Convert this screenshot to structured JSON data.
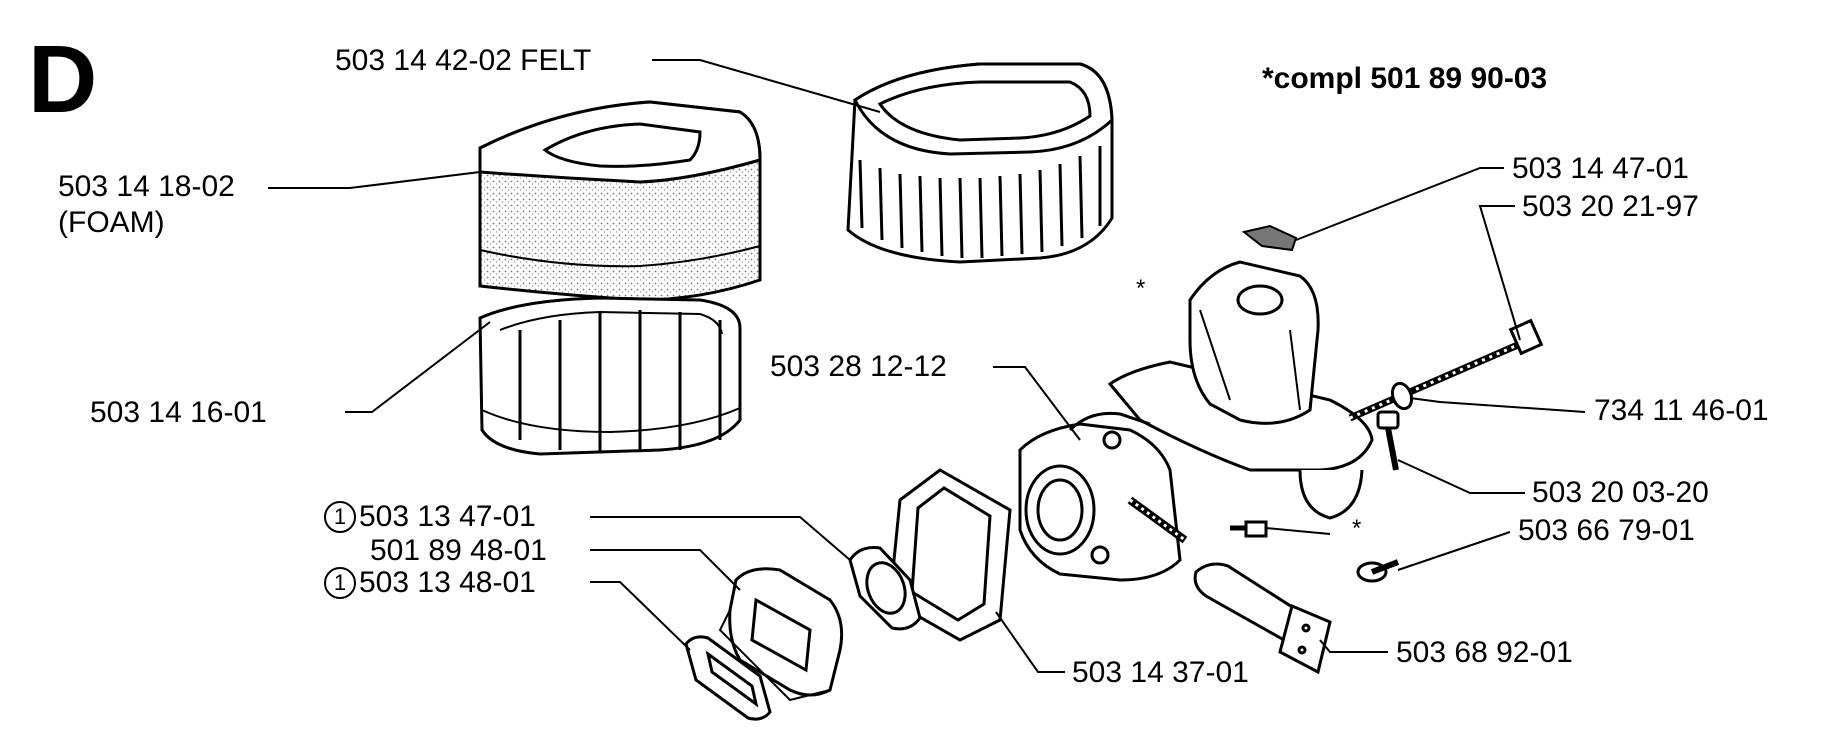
{
  "section_letter": "D",
  "complete_note": "*compl 501 89 90-03",
  "asterisk": "*",
  "labels": {
    "felt": "503 14 42-02 FELT",
    "foam_part": "503 14 18-02",
    "foam_name": "(FOAM)",
    "grid": "503 14 16-01",
    "carb": "503 28 12-12",
    "gasket1_num": "1",
    "gasket1": "503 13 47-01",
    "flange": "501 89 48-01",
    "gasket2_num": "1",
    "gasket2": "503 13 48-01",
    "frame_seal": "503 14 37-01",
    "pump": "503 68 92-01",
    "screw_plug": "503 66 79-01",
    "screw": "503 20 03-20",
    "washer": "734 11 46-01",
    "bolt": "503 20 21-97",
    "small_part": "503 14 47-01"
  }
}
